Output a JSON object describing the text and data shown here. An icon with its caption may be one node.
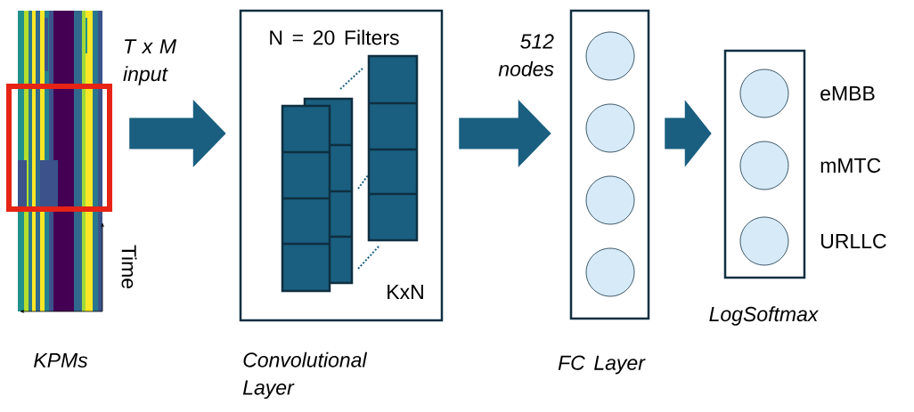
{
  "diagram": {
    "nodes": [
      {
        "text": [],
        "shape": "picture",
        "beside": [
          "Time",
          "KPMs"
        ]
      },
      {
        "text": [
          "N = 20 Filters",
          "KxN",
          "Convolutional Layer"
        ]
      },
      {
        "text": [
          "FC Layer"
        ]
      },
      {
        "text": [
          "LogSoftmax"
        ]
      },
      {
        "text": [],
        "shape": "circle",
        "in": 2
      },
      {
        "text": [],
        "shape": "circle",
        "in": 2
      },
      {
        "text": [],
        "shape": "circle",
        "in": 2
      },
      {
        "text": [],
        "shape": "circle",
        "in": 2
      },
      {
        "text": [],
        "shape": "circle",
        "in": 3,
        "beside": [
          "eMBB"
        ]
      },
      {
        "text": [],
        "shape": "circle",
        "in": 3,
        "beside": [
          "mMTC"
        ]
      },
      {
        "text": [],
        "shape": "circle",
        "in": 3,
        "beside": [
          "URLLC"
        ]
      }
    ],
    "edges": [
      {
        "from": 0,
        "to": 1,
        "arrow": "to",
        "label": "T x M input"
      },
      {
        "from": 1,
        "to": 2,
        "arrow": "to",
        "label": "512 nodes"
      },
      {
        "from": 2,
        "to": 3,
        "arrow": "to"
      }
    ]
  }
}
